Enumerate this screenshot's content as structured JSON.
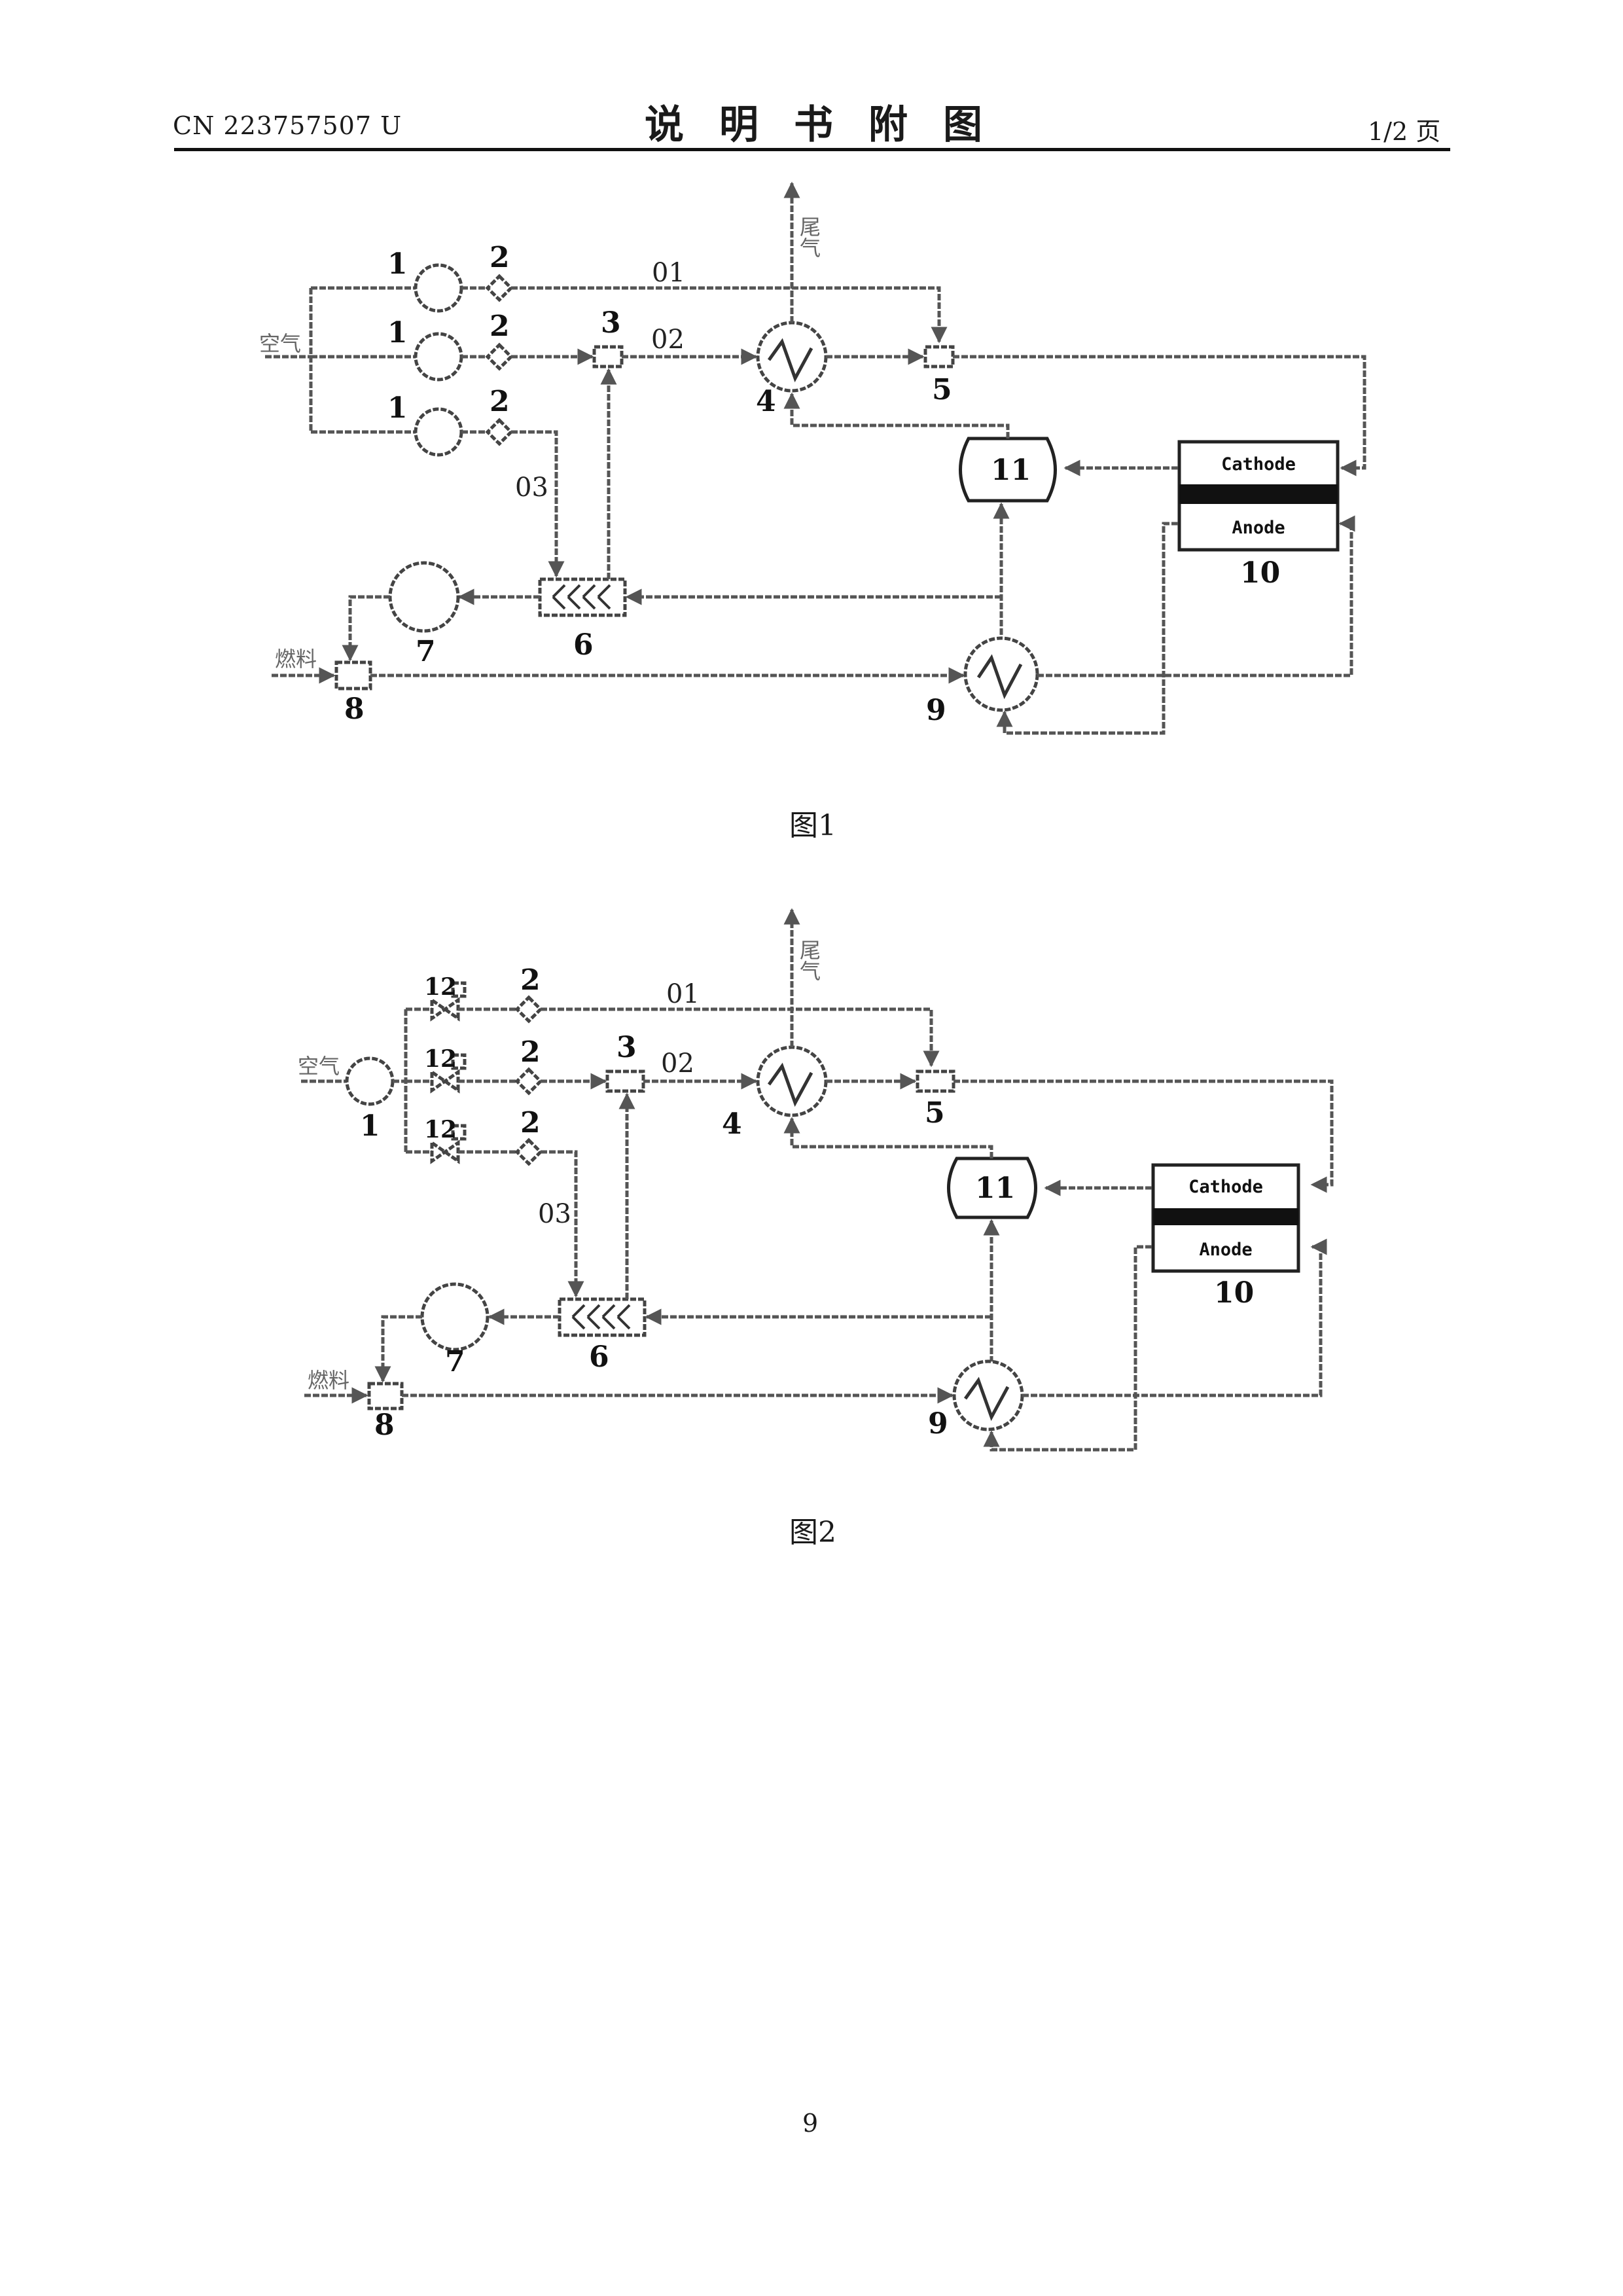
{
  "header": {
    "doc_number": "CN 223757507 U",
    "title": "说明书附图",
    "page_info": "1/2 页"
  },
  "figures": [
    {
      "caption": "图1",
      "inlet_air": "空气",
      "inlet_fuel": "燃料",
      "exhaust": "尾气",
      "line_labels": [
        "01",
        "02",
        "03"
      ],
      "components": {
        "compressor": "1",
        "filter": "2",
        "mixer_a": "3",
        "heat_exchanger_a": "4",
        "mixer_b": "5",
        "heat_exchanger_stack": "6",
        "pump": "7",
        "mixer_fuel": "8",
        "heat_exchanger_b": "9",
        "stack": "10",
        "combustor": "11"
      },
      "stack_labels": {
        "cathode": "Cathode",
        "anode": "Anode"
      }
    },
    {
      "caption": "图2",
      "inlet_air": "空气",
      "inlet_fuel": "燃料",
      "exhaust": "尾气",
      "line_labels": [
        "01",
        "02",
        "03"
      ],
      "components": {
        "compressor": "1",
        "filter": "2",
        "mixer_a": "3",
        "heat_exchanger_a": "4",
        "mixer_b": "5",
        "heat_exchanger_stack": "6",
        "pump": "7",
        "mixer_fuel": "8",
        "heat_exchanger_b": "9",
        "stack": "10",
        "combustor": "11",
        "valve": "12"
      },
      "stack_labels": {
        "cathode": "Cathode",
        "anode": "Anode"
      }
    }
  ],
  "page_number": "9"
}
